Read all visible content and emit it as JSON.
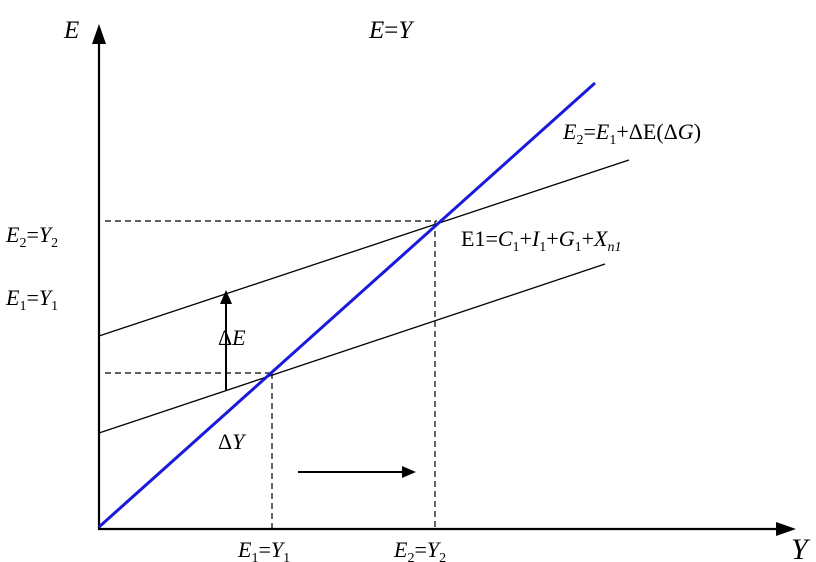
{
  "axes": {
    "y_label": "E",
    "x_label": "Y"
  },
  "lines": {
    "forty_five": {
      "label_var1": "E",
      "label_eq": "=",
      "label_var2": "Y",
      "color": "#1a1adb"
    },
    "e2": {
      "label_main": "E",
      "label_sub1": "2",
      "label_eq": "=",
      "label_e": "E",
      "label_sub2": "1",
      "label_rest1": "+ΔE(Δ",
      "label_g": "G",
      "label_rest2": ")"
    },
    "e1": {
      "label_prefix": "E1=",
      "label_c": "C",
      "label_c_sub": "1",
      "label_plus1": "+",
      "label_i": "I",
      "label_i_sub": "1",
      "label_plus2": "+",
      "label_g": "G",
      "label_g_sub": "1",
      "label_plus3": "+",
      "label_x": "X",
      "label_x_sub": "n1"
    }
  },
  "left_labels": {
    "top": {
      "e": "E",
      "e_sub": "2",
      "eq": "=",
      "y": "Y",
      "y_sub": "2"
    },
    "bottom": {
      "e": "E",
      "e_sub": "1",
      "eq": "=",
      "y": "Y",
      "y_sub": "1"
    }
  },
  "bottom_labels": {
    "first": {
      "e": "E",
      "e_sub": "1",
      "eq": "=",
      "y": "Y",
      "y_sub": "1"
    },
    "second": {
      "e": "E",
      "e_sub": "2",
      "eq": "=",
      "y": "Y",
      "y_sub": "2"
    }
  },
  "annotations": {
    "delta_e": {
      "delta": "Δ",
      "var": "E"
    },
    "delta_y": {
      "delta": "Δ",
      "var": "Y"
    }
  }
}
